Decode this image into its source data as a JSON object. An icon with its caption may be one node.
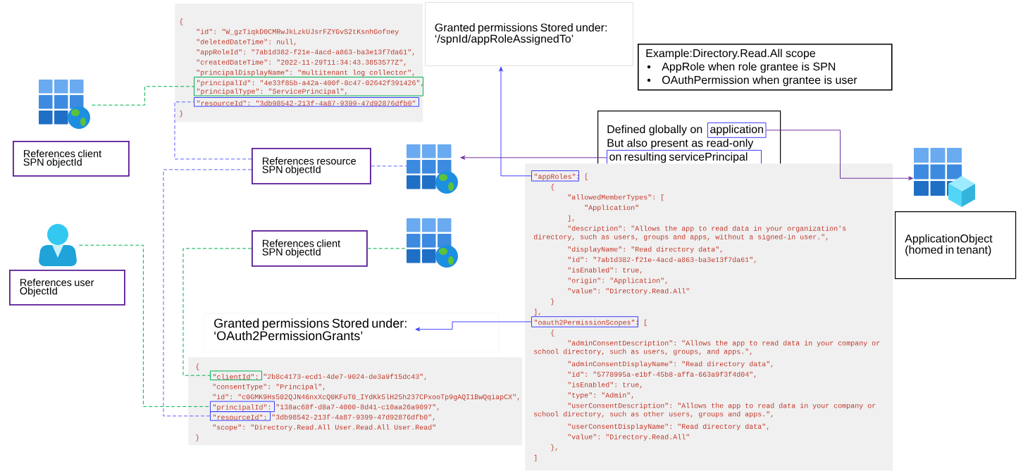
{
  "diagram": {
    "nodes": [
      {
        "text": [
          "{",
          "\"id\": \"W_gzTiqkD0CMRwJkLzkUJsrFZYGvS2tKsnhGofoey",
          "\"deletedDateTime\": null,",
          "\"appRoleId\": \"7ab1d382-f21e-4acd-a863-ba3e13f7da61\",",
          "\"createdDateTime\": \"2022-11-29T11:34:43.3853577Z\",",
          "\"principalDisplayName\": \"multitenant log collector\",",
          "}"
        ]
      },
      {
        "text": [
          "\"principalId\": \"4e33f85b-a42a-400f-8c47-02642f391426\",",
          "\"principalType\": \"ServicePrincipal\","
        ],
        "in": 0
      },
      {
        "text": [
          "\"resourceId\": \"3db98542-213f-4a87-9399-47d92876dfb0\""
        ],
        "in": 0
      },
      {
        "text": [
          "Granted permissions Stored under: ‘/spnId/appRoleAssignedTo’"
        ]
      },
      {
        "text": [
          "Example:Directory.Read.All scope",
          "AppRole when role grantee is SPN",
          "OAuthPermission when grantee is user"
        ]
      },
      {
        "text": [],
        "shape": "picture"
      },
      {
        "text": [
          "References client SPN objectId"
        ]
      },
      {
        "text": [
          "Defined globally on",
          "But also present as read-only"
        ]
      },
      {
        "text": [
          "application"
        ],
        "in": 7
      },
      {
        "text": [
          "on resulting servicePrincipal"
        ],
        "in": 7
      },
      {
        "text": [
          "References resource SPN objectId"
        ]
      },
      {
        "text": [],
        "shape": "picture"
      },
      {
        "text": [],
        "shape": "picture"
      },
      {
        "text": [
          "ApplicationObject (homed in tenant)"
        ]
      },
      {
        "text": [],
        "shape": "person"
      },
      {
        "text": [
          "References user ObjectId"
        ]
      },
      {
        "text": [
          "References client SPN objectId"
        ]
      },
      {
        "text": [],
        "shape": "picture"
      },
      {
        "text": [
          ": [",
          "{",
          "\"allowedMemberTypes\": [",
          "\"Application\"",
          "],",
          "\"description\": \"Allows the app to read data in your organization's directory, such as users, groups and apps, without a signed-in user.\",",
          "\"displayName\": \"Read directory data\",",
          "\"id\": \"7ab1d382-f21e-4acd-a863-ba3e13f7da61\",",
          "\"isEnabled\": true,",
          "\"origin\": \"Application\",",
          "\"value\": \"Directory.Read.All\"",
          "}",
          "],",
          ": [",
          "{",
          "\"adminConsentDescription\": \"Allows the app to read data in your company or school directory, such as users, groups, and apps.\",",
          "\"adminConsentDisplayName\": \"Read directory data\",",
          "\"id\": \"5778995a-e1bf-45b8-affa-663a9f3f4d04\",",
          "\"isEnabled\": true,",
          "\"type\": \"Admin\",",
          "\"userConsentDescription\": \"Allows the app to read data in your company or school directory, such as other users, groups and apps.\",",
          "\"userConsentDisplayName\": \"Read directory data\",",
          "\"value\": \"Directory.Read.All\"",
          "},",
          "]"
        ]
      },
      {
        "text": [
          "\"appRoles\""
        ],
        "in": 18
      },
      {
        "text": [
          "\"oauth2PermissionScopes\""
        ],
        "in": 18
      },
      {
        "text": [
          "Granted permissions Stored under: ‘OAuth2PermissionGrants’"
        ]
      },
      {
        "text": [
          "{",
          "\"2b8c4173-ecd1-4de7-9024-de3a9f15dc43\",",
          "\"consentType\": \"Principal\",",
          "\"id\": \"c0GMK9Hs502QJN46nxXcQ0KFuT0_IYdKk5lH25h237CPxooTp9gAQI1BwQqiapCX\",",
          "\"138ac68f-d8a7-4000-8d41-c10aa26a9097\",",
          "\"3db98542-213f-4a87-9399-47d92876dfb0\",",
          "\"scope\": \"Directory.Read.All User.Read.All User.Read\"",
          "}"
        ]
      },
      {
        "text": [
          "\"clientId\":"
        ],
        "in": 22
      },
      {
        "text": [
          "\"principalId\":"
        ],
        "in": 22
      },
      {
        "text": [
          "\"resourceId\":"
        ],
        "in": 22
      }
    ],
    "edges": [
      {
        "from": 5,
        "to": 1,
        "arrow": "none",
        "style": "dashed",
        "color": "#00b050"
      },
      {
        "from": 10,
        "to": 2,
        "arrow": "none",
        "style": "dashed",
        "color": "#6060ff"
      },
      {
        "from": 10,
        "to": 25,
        "arrow": "none",
        "style": "dashed",
        "color": "#6060ff"
      },
      {
        "from": 10,
        "to": 11,
        "arrow": "none",
        "style": "dashed",
        "color": "#6060ff"
      },
      {
        "from": 16,
        "to": 17,
        "arrow": "none",
        "style": "dashed",
        "color": "#00b050"
      },
      {
        "from": 16,
        "to": 23,
        "arrow": "none",
        "style": "dashed",
        "color": "#00b050"
      },
      {
        "from": 14,
        "to": 24,
        "arrow": "none",
        "style": "dashed",
        "color": "#00b050"
      },
      {
        "from": 9,
        "to": 11,
        "arrow": "to",
        "color": "#7030a0"
      },
      {
        "from": 8,
        "to": 12,
        "arrow": "to",
        "color": "#7030a0"
      },
      {
        "from": 19,
        "to": 3,
        "arrow": "to",
        "color": "#4040ff"
      },
      {
        "from": 20,
        "to": 21,
        "arrow": "to",
        "color": "#4040ff"
      }
    ]
  }
}
